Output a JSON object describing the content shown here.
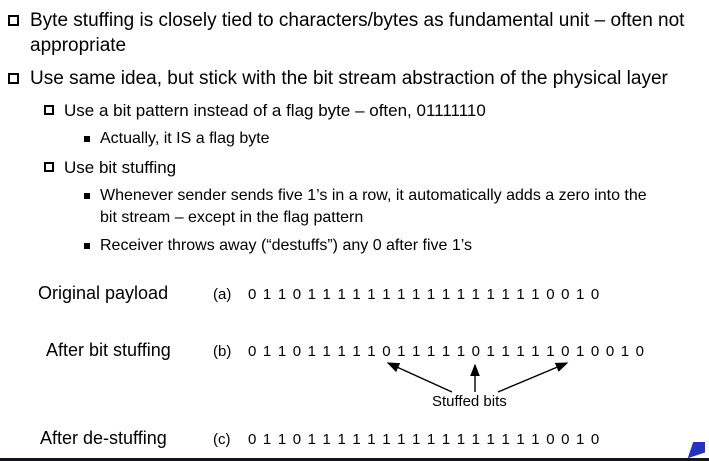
{
  "colors": {
    "background": "#ffffff",
    "text": "#000000",
    "nav_arrow": "#2633c0"
  },
  "bullets": [
    {
      "level": 1,
      "marker": "hollow-square",
      "text": "Byte stuffing is closely tied to characters/bytes as fundamental unit – often not appropriate"
    },
    {
      "level": 1,
      "marker": "hollow-square",
      "text": "Use same idea, but stick with the bit stream abstraction of the physical layer"
    },
    {
      "level": 2,
      "marker": "hollow-square",
      "text": "Use a bit pattern instead of a flag byte – often, 01111110"
    },
    {
      "level": 3,
      "marker": "filled-square",
      "text": "Actually, it IS a flag byte"
    },
    {
      "level": 2,
      "marker": "hollow-square",
      "text": "Use bit stuffing"
    },
    {
      "level": 3,
      "marker": "filled-square",
      "text": "Whenever sender sends five 1’s in a row, it automatically adds a zero into the bit stream – except in the flag pattern"
    },
    {
      "level": 3,
      "marker": "filled-square",
      "text": "Receiver throws away (“destuffs”) any 0 after five 1’s"
    }
  ],
  "diagram": {
    "rows": [
      {
        "label": "Original payload",
        "tag": "(a)",
        "bits": "0 1 1 0 1 1 1 1 1 1 1 1 1 1 1 1 1 1 1 1 0 0 1 0"
      },
      {
        "label": "After bit stuffing",
        "tag": "(b)",
        "bits": "0 1 1 0 1 1 1 1 1 0 1 1 1 1 1 0 1 1 1 1 1 0 1 0 0 1 0"
      },
      {
        "label": "After de-stuffing",
        "tag": "(c)",
        "bits": "0 1 1 0 1 1 1 1 1 1 1 1 1 1 1 1 1 1 1 1 0 0 1 0"
      }
    ],
    "annotation": "Stuffed bits"
  }
}
